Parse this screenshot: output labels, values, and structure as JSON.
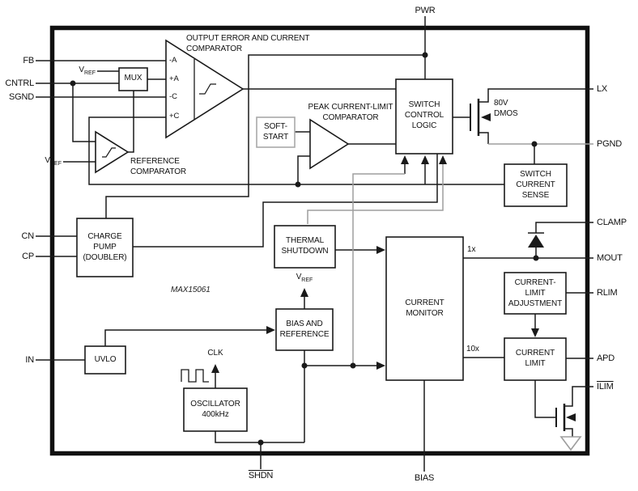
{
  "diagram_title": "MAX15061 functional block diagram",
  "colors": {
    "wire": "#1a1a1a",
    "gray_wire": "#9e9e9e",
    "box_border": "#1a1a1a",
    "soft_start_border": "#a8a8a8",
    "background": "#ffffff"
  },
  "pins": {
    "pwr": "PWR",
    "fb": "FB",
    "cntrl": "CNTRL",
    "sgnd": "SGND",
    "cn": "CN",
    "cp": "CP",
    "in": "IN",
    "lx": "LX",
    "pgnd": "PGND",
    "clamp": "CLAMP",
    "mout": "MOUT",
    "rlim": "RLIM",
    "apd": "APD",
    "ilim": "ILIM",
    "shdn": "SHDN",
    "bias": "BIAS"
  },
  "blocks": {
    "mux": "MUX",
    "soft_start": "SOFT-\nSTART",
    "switch_control_logic": "SWITCH\nCONTROL\nLOGIC",
    "switch_current_sense": "SWITCH\nCURRENT\nSENSE",
    "charge_pump": "CHARGE\nPUMP\n(DOUBLER)",
    "thermal_shutdown": "THERMAL\nSHUTDOWN",
    "bias_and_reference": "BIAS AND\nREFERENCE",
    "uvlo": "UVLO",
    "oscillator": "OSCILLATOR\n400kHz",
    "current_monitor": "CURRENT\nMONITOR",
    "current_limit_adjustment": "CURRENT-\nLIMIT\nADJUSTMENT",
    "current_limit": "CURRENT\nLIMIT"
  },
  "labels": {
    "output_error_comparator": "OUTPUT ERROR AND CURRENT\nCOMPARATOR",
    "reference_comparator": "REFERENCE\nCOMPARATOR",
    "peak_comparator": "PEAK CURRENT-LIMIT\nCOMPARATOR",
    "dmos": "80V\nDMOS",
    "part_number": "MAX15061",
    "clk": "CLK",
    "gain_1x": "1x",
    "gain_10x": "10x",
    "v": "V",
    "ref": "REF",
    "in_a_minus": "-A",
    "in_a_plus": "+A",
    "in_c_minus": "-C",
    "in_c_plus": "+C"
  }
}
